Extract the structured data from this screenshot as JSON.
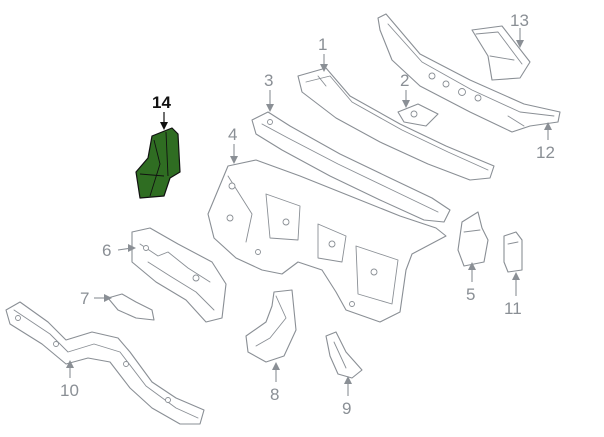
{
  "callouts": {
    "c1": "1",
    "c2": "2",
    "c3": "3",
    "c4": "4",
    "c5": "5",
    "c6": "6",
    "c7": "7",
    "c8": "8",
    "c9": "9",
    "c10": "10",
    "c11": "11",
    "c12": "12",
    "c13": "13",
    "c14": "14"
  },
  "colors": {
    "line": "#8a8f95",
    "highlight_fill": "#2f6d22",
    "highlight_stroke": "#111111"
  },
  "highlighted_part": "14"
}
